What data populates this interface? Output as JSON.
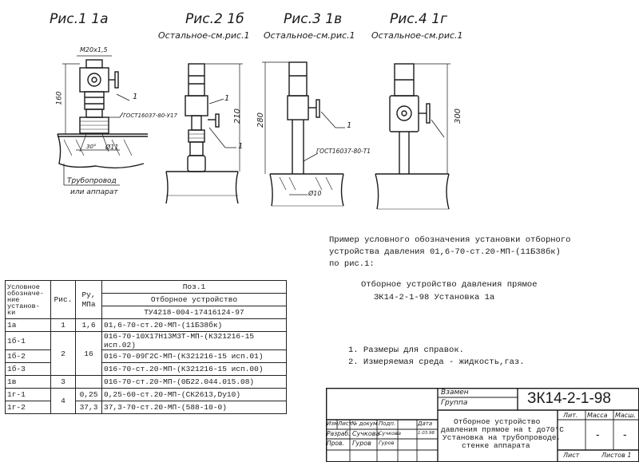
{
  "figures": {
    "fig1": {
      "caption": "Рис.1  1а"
    },
    "fig2": {
      "caption": "Рис.2  1б",
      "rest": "Остальное-см.рис.1"
    },
    "fig3": {
      "caption": "Рис.3  1в",
      "rest": "Остальное-см.рис.1"
    },
    "fig4": {
      "caption": "Рис.4  1г",
      "rest": "Остальное-см.рис.1"
    }
  },
  "drawing_labels": {
    "thread": "M20x1,5",
    "dim_160": "160",
    "dim_210": "210",
    "dim_280": "280",
    "dim_300": "300",
    "leader_1a": "1",
    "leader_1b": "1",
    "leader_1c": "1",
    "leader_1d": "1",
    "gost1": "ГОСТ16037-80-У17",
    "gost3": "ГОСТ16037-80-Т1",
    "angle": "30°",
    "dia11": "Ø11",
    "dia10": "Ø10",
    "pipe_label_1": "Трубопровод",
    "pipe_label_2": "или аппарат"
  },
  "example": {
    "line1": "Пример условного обозначения установки отборного",
    "line2": "устройства давления 01,6-70-ст.20-МП-(11Б38бк)",
    "line3": "по рис.1:",
    "title1": "Отборное устройство давления прямое",
    "title2": "ЗК14-2-1-98   Установка 1а"
  },
  "table": {
    "header": {
      "col1": [
        "Условное",
        "обозначе-",
        "ние",
        "установ-",
        "ки"
      ],
      "col2": "Рис.",
      "col3": [
        "Ру,",
        "МПа"
      ],
      "col4_top": "Поз.1",
      "col4_mid": "Отборное устройство",
      "col4_bot": "ТУ4218-004-17416124-97"
    },
    "rows": [
      {
        "code": "1а",
        "fig": "1",
        "pressure": "1,6",
        "device": "01,6-70-ст.20-МП-(11Б38бк)"
      },
      {
        "code": "1б-1",
        "fig": "",
        "pressure": "",
        "device": "016-70-10Х17Н13М3Т-МП-(К321216-15 исп.02)"
      },
      {
        "code": "1б-2",
        "fig": "2",
        "pressure": "16",
        "device": "016-70-09Г2С-МП-(К321216-15 исп.01)"
      },
      {
        "code": "1б-3",
        "fig": "",
        "pressure": "",
        "device": "016-70-ст.20-МП-(К321216-15 исп.00)"
      },
      {
        "code": "1в",
        "fig": "3",
        "pressure": "",
        "device": "016-70-ст.20-МП-(0Б22.044.015.08)"
      },
      {
        "code": "1г-1",
        "fig": "4",
        "pressure": "0,25",
        "device": "0,25-60-ст.20-МП-(СК2613,Dу10)"
      },
      {
        "code": "1г-2",
        "fig": "",
        "pressure": "37,3",
        "device": "37,3-70-ст.20-МП-(588-10-0)"
      }
    ]
  },
  "notes": [
    "1. Размеры для справок.",
    "2. Измеряемая среда - жидкость,газ."
  ],
  "stamp": {
    "vzamen": "Взамен",
    "gruppa": "Группа",
    "code": "ЗК14-2-1-98",
    "h_izm": "Изм",
    "h_list": "Лист",
    "h_doc": "№ докум",
    "h_sign": "Подп.",
    "h_date": "Дата",
    "r_razrab": "Разраб.",
    "n_razrab": "Сучкова",
    "s_razrab": "Сучкова",
    "d_razrab": "1.03.98",
    "r_prov": "Пров.",
    "n_prov": "Гуров",
    "s_prov": "Гуров",
    "desc1": "Отборное устройство",
    "desc2": "давления прямое на t до70°С",
    "desc3": "Установка на трубопроводе,",
    "desc4": "стенке аппарата",
    "lit": "Лит.",
    "massa": "Масса",
    "mashtab": "Масш.",
    "lit_val": "-",
    "massa_val": "-",
    "list": "Лист",
    "listov": "Листов 1"
  }
}
